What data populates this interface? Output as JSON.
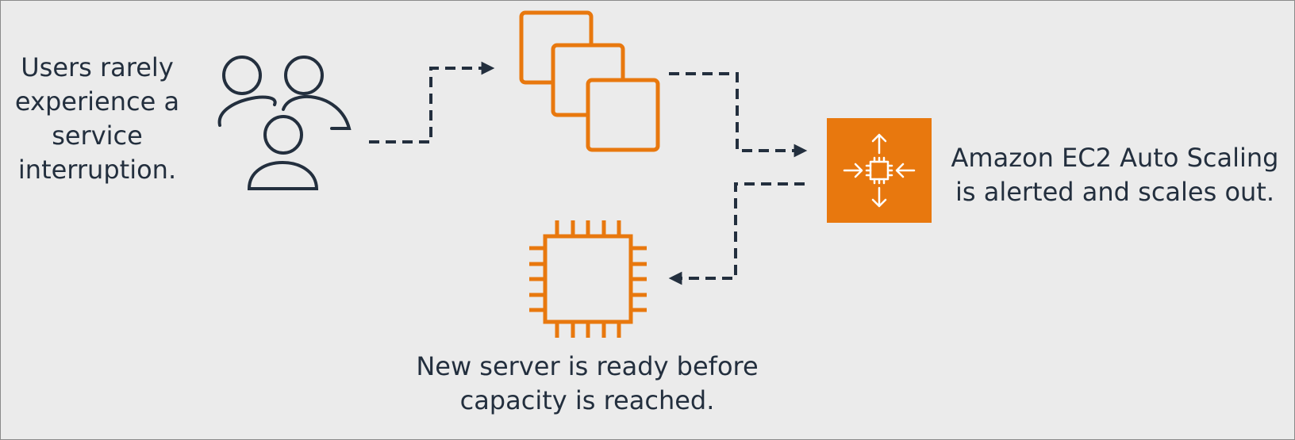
{
  "colors": {
    "background": "#ebebeb",
    "ink": "#232f3e",
    "accent_orange": "#e8780e",
    "white": "#ffffff"
  },
  "users": {
    "icon": "users-group-icon",
    "label_lines": [
      "Users rarely",
      "experience a",
      "service",
      "interruption."
    ]
  },
  "instances": {
    "icon": "stacked-instances-icon"
  },
  "auto_scaling": {
    "icon": "auto-scaling-icon",
    "label_lines": [
      "Amazon EC2 Auto Scaling",
      "is alerted and scales out."
    ]
  },
  "new_server": {
    "icon": "chip-server-icon",
    "label_lines": [
      "New server is ready before",
      "capacity is reached."
    ]
  }
}
